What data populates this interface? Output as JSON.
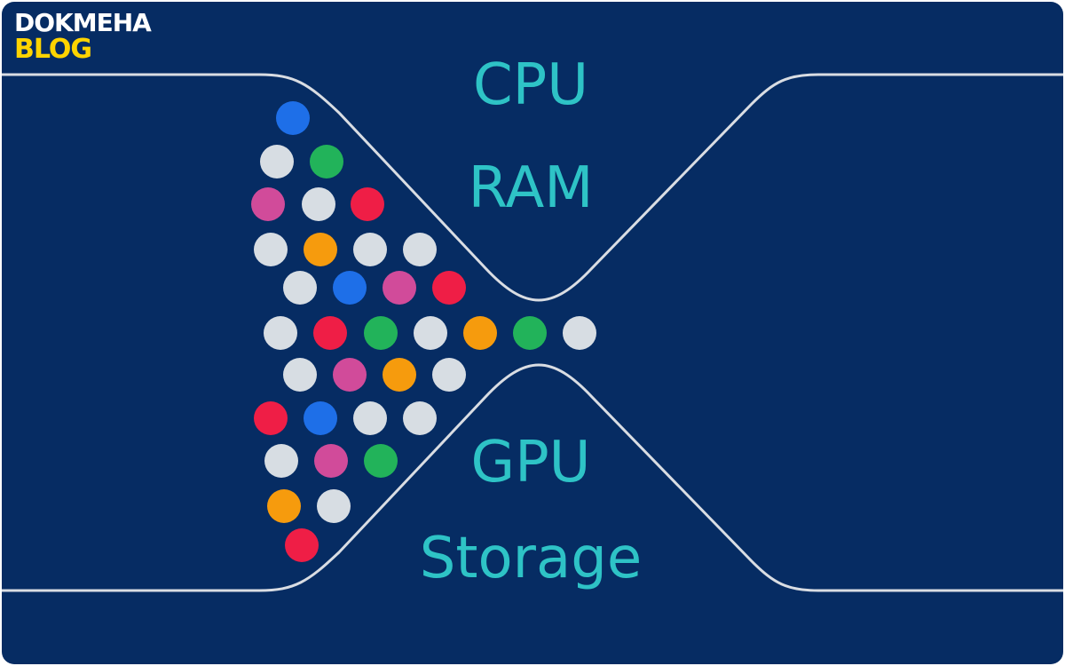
{
  "brand": {
    "line1": "DOKMEHA",
    "line2": "BLOG",
    "primary_color": "#ffffff",
    "accent_color": "#ffd400"
  },
  "labels": {
    "cpu": "CPU",
    "ram": "RAM",
    "gpu": "GPU",
    "storage": "Storage"
  },
  "colors": {
    "background": "#062c63",
    "outline": "#d9dde3",
    "label_text": "#2ec3c6",
    "ball_palette": {
      "blue": "#1e6fe8",
      "grey": "#d7dde3",
      "green": "#22b35a",
      "magenta": "#d14b9a",
      "red": "#ef1e46",
      "orange": "#f69b0d"
    }
  },
  "balls": {
    "sequence": [
      "blue",
      "grey",
      "green",
      "magenta",
      "grey",
      "red",
      "grey",
      "orange",
      "grey",
      "grey",
      "grey",
      "blue",
      "magenta",
      "red",
      "grey",
      "red",
      "green",
      "grey",
      "orange",
      "green",
      "grey",
      "grey",
      "magenta",
      "orange",
      "grey",
      "red",
      "blue",
      "grey",
      "grey",
      "grey",
      "magenta",
      "green",
      "orange",
      "grey",
      "red"
    ]
  }
}
